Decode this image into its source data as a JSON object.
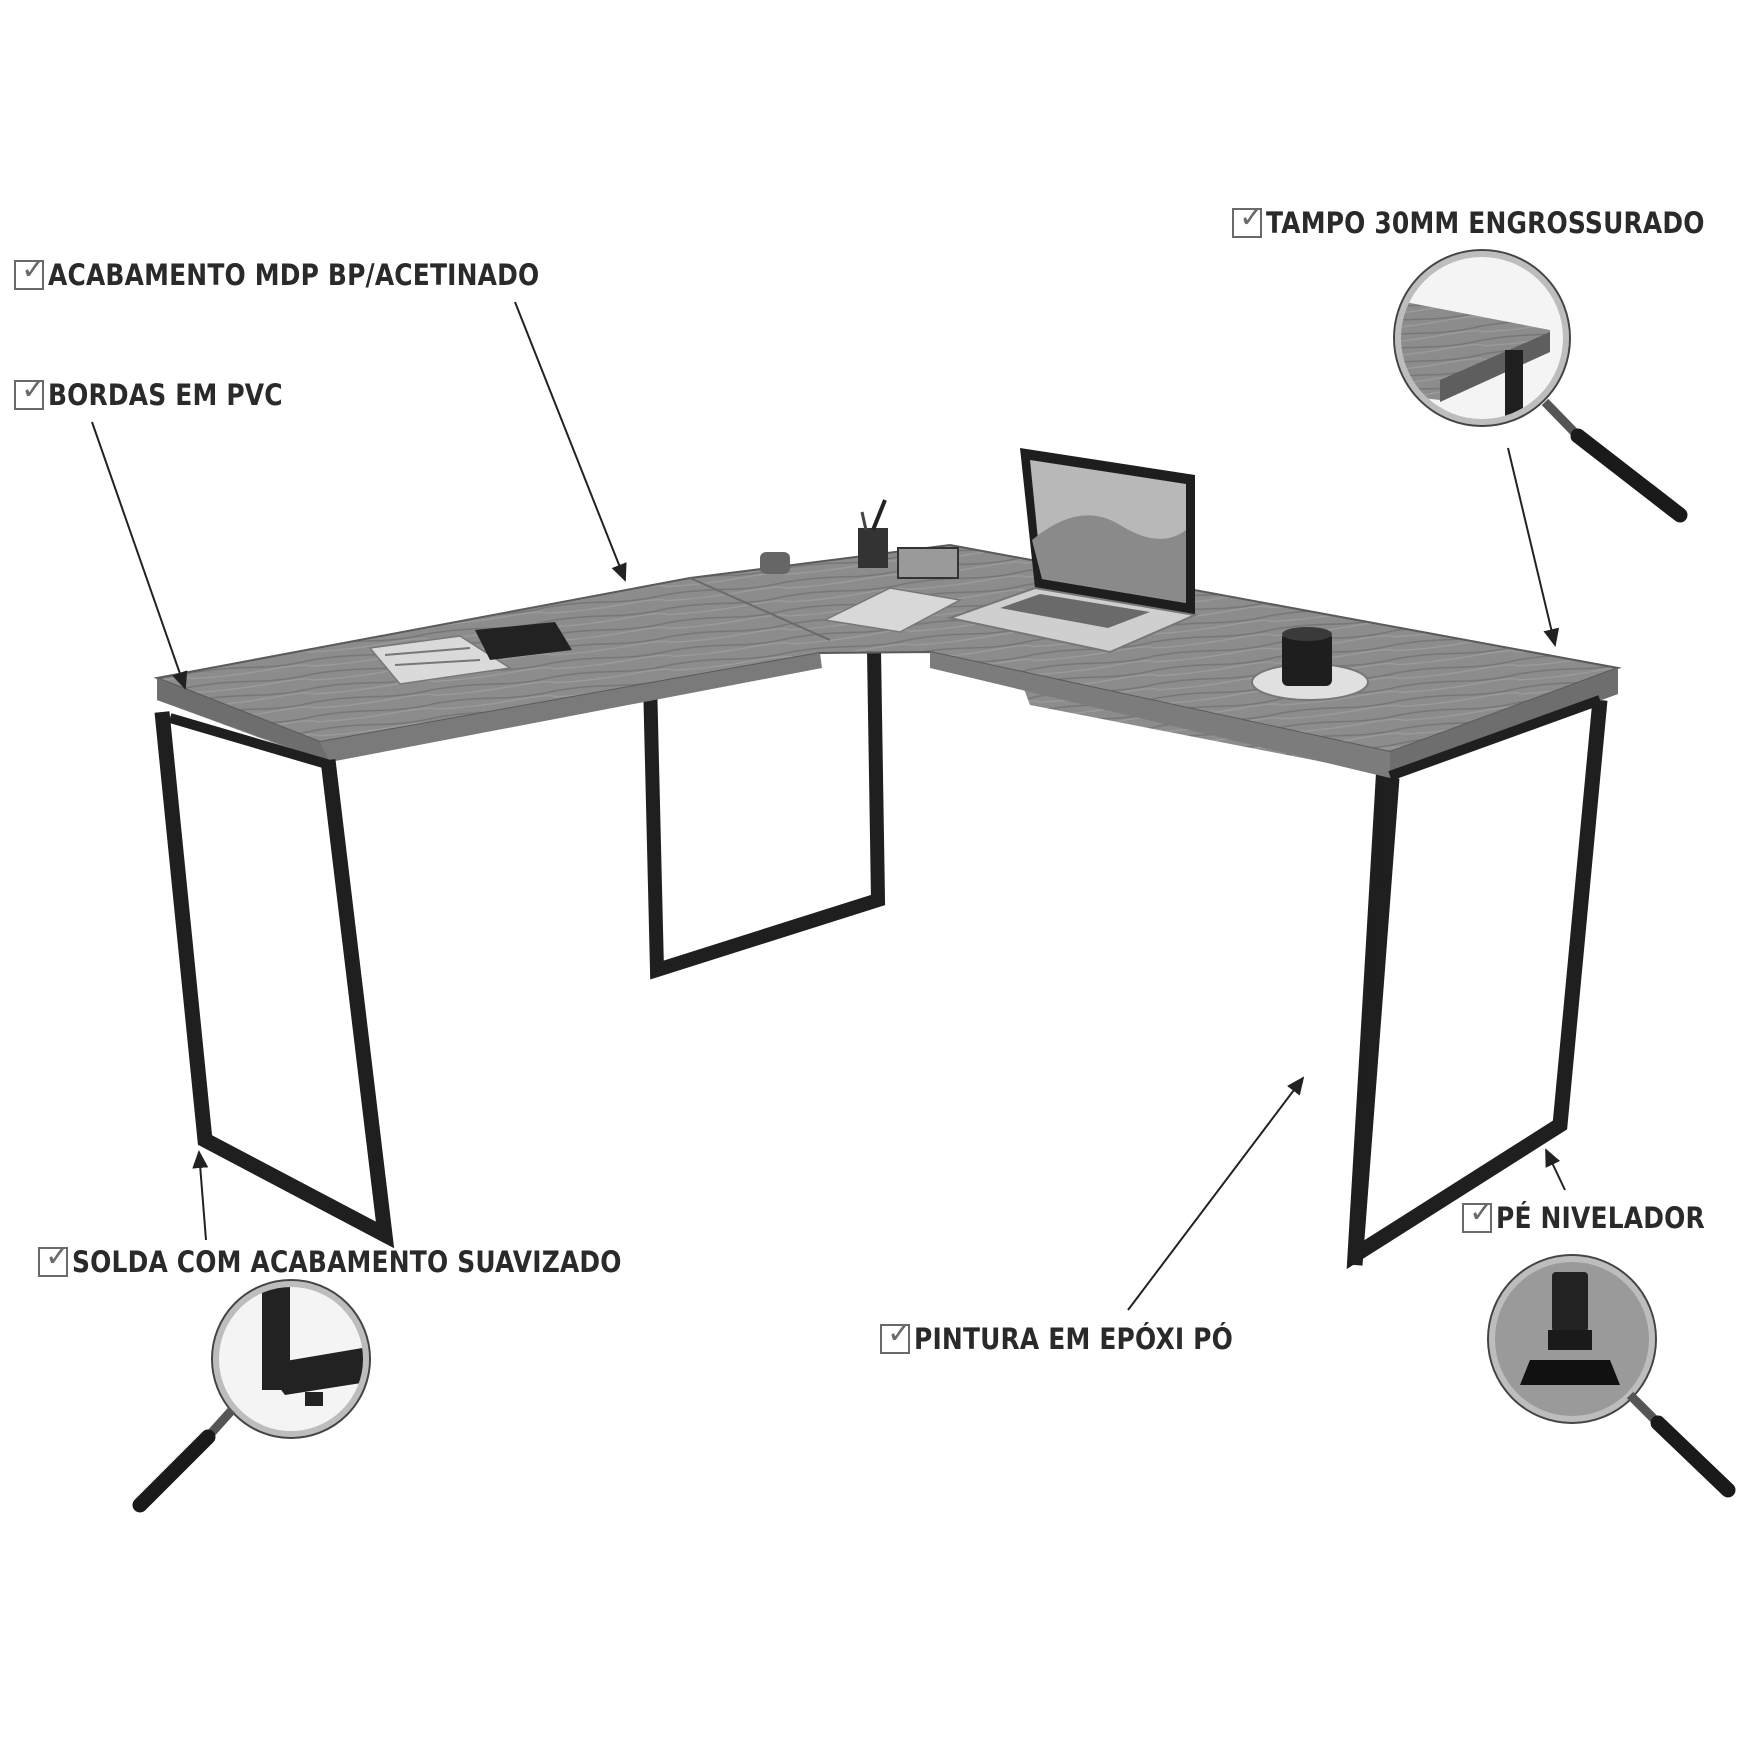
{
  "features": [
    {
      "id": "acabamento",
      "label": "ACABAMENTO MDP BP/ACETINADO"
    },
    {
      "id": "bordas",
      "label": "BORDAS EM PVC"
    },
    {
      "id": "tampo",
      "label": "TAMPO 30MM ENGROSSURADO"
    },
    {
      "id": "solda",
      "label": "SOLDA COM ACABAMENTO SUAVIZADO"
    },
    {
      "id": "pintura",
      "label": "PINTURA EM EPÓXI PÓ"
    },
    {
      "id": "pe",
      "label": "PÉ NIVELADOR"
    }
  ],
  "icons": [
    "check-box-icon",
    "magnifier-icon",
    "arrow-icon"
  ],
  "colors": {
    "wood": "#8a8a8a",
    "frame": "#1f1f1f",
    "text": "#2a2a2a",
    "background": "#ffffff"
  }
}
